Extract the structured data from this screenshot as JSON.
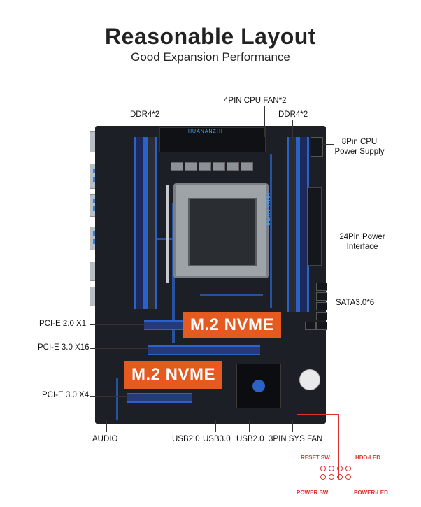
{
  "header": {
    "title": "Reasonable Layout",
    "subtitle": "Good Expansion Performance"
  },
  "labels": {
    "cpu_fan": "4PIN CPU FAN*2",
    "ddr_left": "DDR4*2",
    "ddr_right": "DDR4*2",
    "cpu_power": "8Pin CPU\nPower Supply",
    "atx_power": "24Pin Power\nInterface",
    "sata": "SATA3.0*6",
    "pcie_x1": "PCI-E 2.0 X1",
    "pcie_x16": "PCI-E 3.0 X16",
    "pcie_x4": "PCI-E 3.0 X4",
    "audio": "AUDIO",
    "usb2_left": "USB2.0",
    "usb3": "USB3.0",
    "usb2_right": "USB2.0",
    "sys_fan": "3PIN SYS FAN"
  },
  "board": {
    "brand_heatsink": "HUANANZHI",
    "brand_side": "HUANANZHI",
    "m2_badge_top": "M.2 NVME",
    "m2_badge_bottom": "M.2 NVME"
  },
  "front_panel": {
    "reset": "RESET SW",
    "hdd": "HDD-LED",
    "power_sw": "POWER SW",
    "power_led": "POWER-LED"
  },
  "colors": {
    "accent_blue": "#2c62c8",
    "badge_orange": "#e55a1e",
    "front_panel_red": "#e0322c",
    "board": "#1c2026"
  }
}
